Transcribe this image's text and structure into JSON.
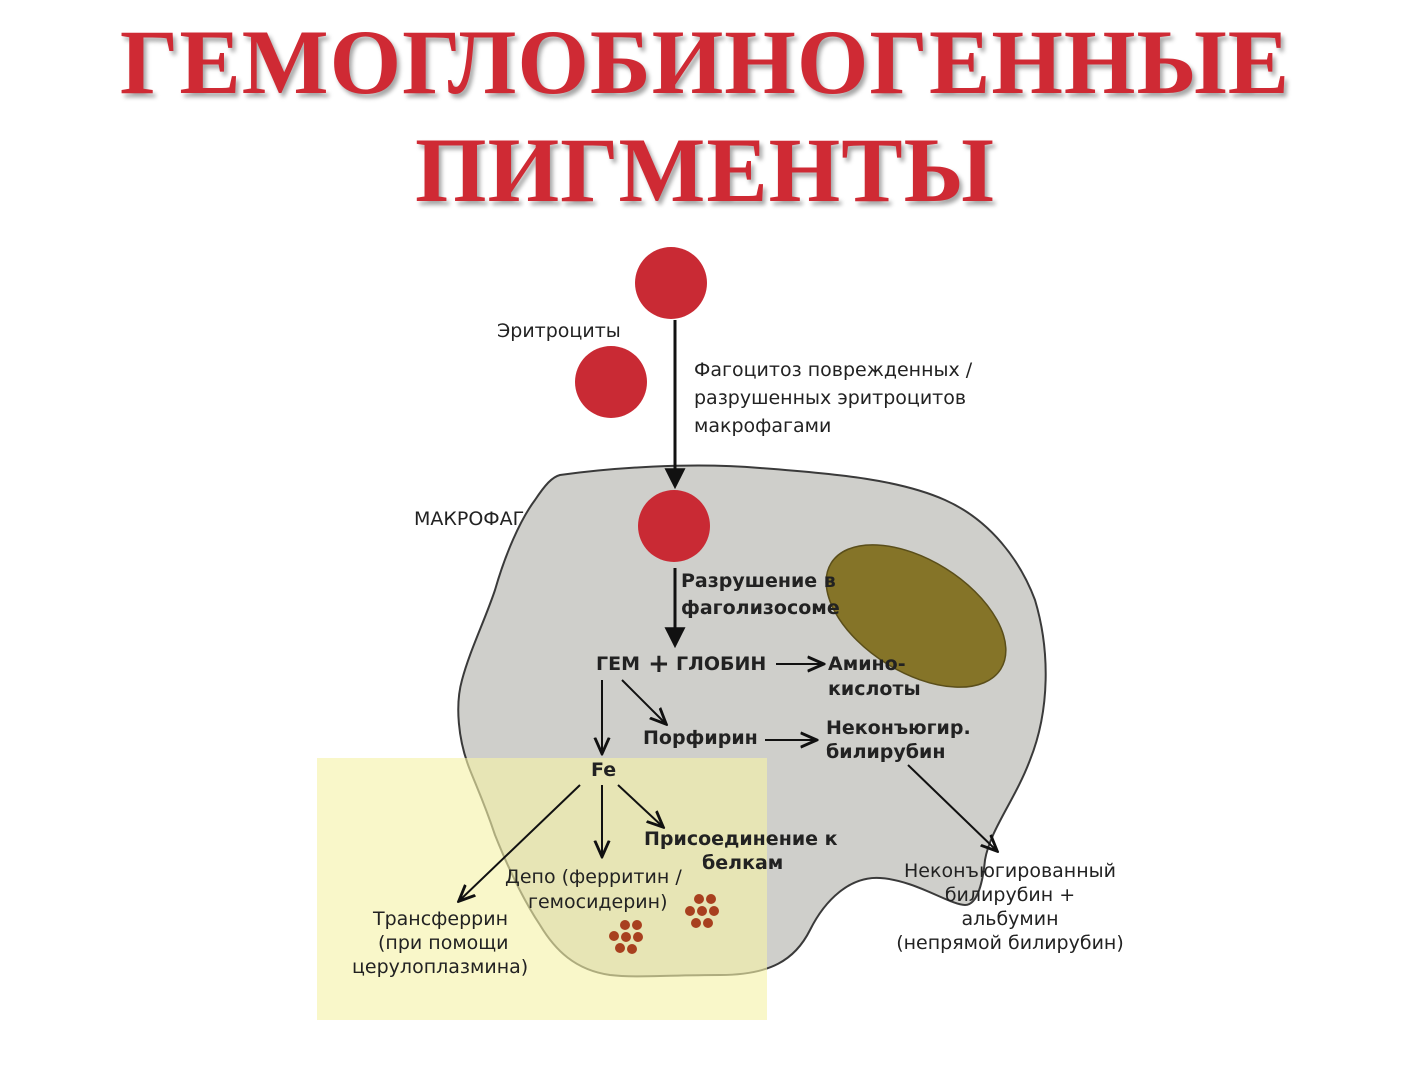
{
  "title": {
    "line1": "ГЕМОГЛОБИНОГЕННЫЕ",
    "line2": "ПИГМЕНТЫ"
  },
  "colors": {
    "title": "#cf2a34",
    "erythrocyte": "#c92a34",
    "macrophage_fill": "#cfcfcb",
    "nucleus": "#857428",
    "highlight": "#f6f2a8",
    "depot_granule": "#a8401f"
  },
  "labels": {
    "erythrocytes": "Эритроциты",
    "phago1": "Фагоцитоз поврежденных /",
    "phago2": "разрушенных эритроцитов",
    "phago3": "макрофагами",
    "macrophage": "МАКРОФАГ",
    "destr1": "Разрушение в",
    "destr2": "фаголизосоме",
    "heme": "ГЕМ",
    "plus": "+",
    "globin": "ГЛОБИН",
    "amino1": "Амино-",
    "amino2": "кислоты",
    "porphyrin": "Порфирин",
    "unconj1": "Неконъюгир.",
    "unconj2": "билирубин",
    "fe": "Fe",
    "attach1": "Присоединение к",
    "attach2": "белкам",
    "depot1": "Депо (ферритин /",
    "depot2": "гемосидерин)",
    "transf1": "Трансферрин",
    "transf2": "(при помощи",
    "transf3": "церулоплазмина)",
    "final1": "Неконъюгированный",
    "final2": "билирубин +",
    "final3": "альбумин",
    "final4": "(непрямой билирубин)"
  }
}
